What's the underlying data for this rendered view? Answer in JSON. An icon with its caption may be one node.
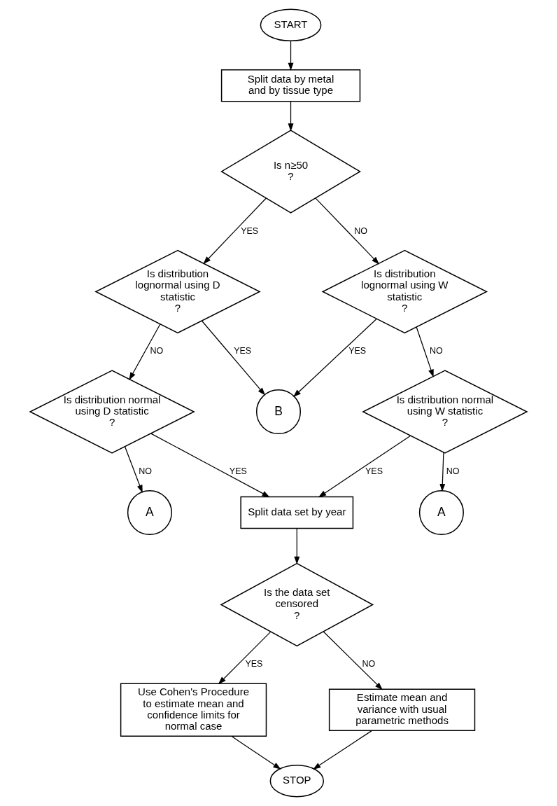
{
  "diagram": {
    "nodes": [
      {
        "text": [
          "START"
        ]
      },
      {
        "text": [
          "Split data by metal and by tissue type"
        ]
      },
      {
        "text": [
          "Is n≥50",
          "?"
        ]
      },
      {
        "text": [
          "Is distribution lognormal using D statistic",
          "?"
        ]
      },
      {
        "text": [
          "B"
        ]
      },
      {
        "text": [
          "Is distribution lognormal using W statistic",
          "?"
        ]
      },
      {
        "text": [
          "Is distribution normal using D statistic",
          "?"
        ]
      },
      {
        "text": [
          "Split data set by year"
        ]
      },
      {
        "text": [
          "Is distribution normal using W statistic",
          "?"
        ]
      },
      {
        "text": [
          "A"
        ]
      },
      {
        "text": [
          "A"
        ]
      },
      {
        "text": [
          "Is the data set censored",
          "?"
        ]
      },
      {
        "text": [
          "Use Cohen's Procedure to estimate mean and confidence limits for normal case"
        ]
      },
      {
        "text": [
          "Estimate mean and variance with usual parametric methods"
        ]
      },
      {
        "text": [
          "STOP"
        ]
      }
    ],
    "edges": [
      {
        "from": 0,
        "to": 1,
        "arrow": "to"
      },
      {
        "from": 1,
        "to": 2,
        "arrow": "to"
      },
      {
        "from": 2,
        "to": 3,
        "arrow": "to",
        "label": "YES"
      },
      {
        "from": 2,
        "to": 5,
        "arrow": "to",
        "label": "NO"
      },
      {
        "from": 3,
        "to": 4,
        "arrow": "to",
        "label": "YES"
      },
      {
        "from": 5,
        "to": 4,
        "arrow": "to",
        "label": "YES"
      },
      {
        "from": 3,
        "to": 6,
        "arrow": "to",
        "label": "NO"
      },
      {
        "from": 5,
        "to": 8,
        "arrow": "to",
        "label": "NO"
      },
      {
        "from": 6,
        "to": 7,
        "arrow": "to",
        "label": "YES"
      },
      {
        "from": 8,
        "to": 7,
        "arrow": "to",
        "label": "YES"
      },
      {
        "from": 6,
        "to": 9,
        "arrow": "to",
        "label": "NO"
      },
      {
        "from": 8,
        "to": 10,
        "arrow": "to",
        "label": "NO"
      },
      {
        "from": 7,
        "to": 11,
        "arrow": "to"
      },
      {
        "from": 11,
        "to": 12,
        "arrow": "to",
        "label": "YES"
      },
      {
        "from": 11,
        "to": 13,
        "arrow": "to",
        "label": "NO"
      },
      {
        "from": 12,
        "to": 14,
        "arrow": "to"
      },
      {
        "from": 13,
        "to": 14,
        "arrow": "to"
      }
    ]
  }
}
